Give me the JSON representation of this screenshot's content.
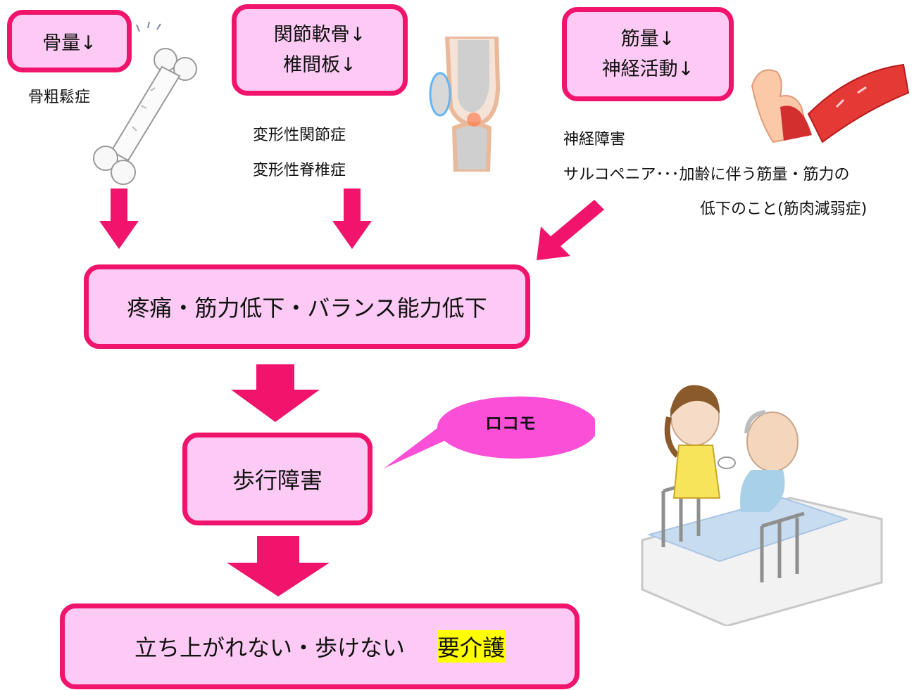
{
  "top_boxes": {
    "bone": {
      "label": "骨量↓"
    },
    "joint": {
      "line1": "関節軟骨↓",
      "line2": "椎間板↓"
    },
    "muscle": {
      "line1": "筋量↓",
      "line2": "神経活動↓"
    }
  },
  "conditions": {
    "bone": "骨粗鬆症",
    "joint_1": "変形性関節症",
    "joint_2": "変形性脊椎症",
    "nerve": "神経障害",
    "sarco_1": "サルコペニア･･･加齢に伴う筋量・筋力の",
    "sarco_2": "低下のこと(筋肉減弱症)"
  },
  "middle_box": {
    "label": "疼痛・筋力低下・バランス能力低下"
  },
  "gait_box": {
    "label": "歩行障害"
  },
  "bubble": {
    "label": "ロコモ"
  },
  "bottom_box": {
    "label": "立ち上がれない・歩けない",
    "highlight": "要介護"
  },
  "colors": {
    "accent": "#f0146c",
    "box_fill": "#fccaf4",
    "bubble_fill": "#fb4fd8",
    "highlight": "#ffff00"
  },
  "illustrations": [
    "bone-illustration",
    "knee-joint-illustration",
    "arm-muscle-illustration",
    "caregiver-bed-illustration"
  ]
}
